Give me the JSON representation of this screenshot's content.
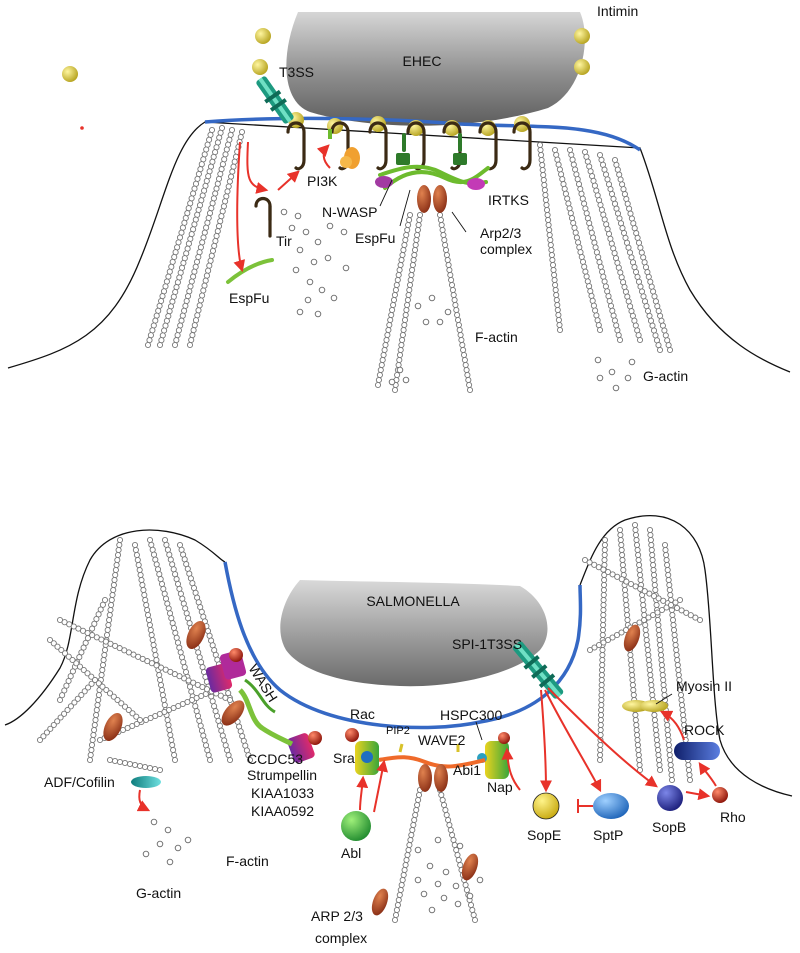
{
  "colors": {
    "membrane": "#3568c4",
    "arrow": "#e8322a",
    "actin": "#8a8a8a",
    "arp": "#b0482a",
    "intimin": "#c8b82a",
    "tir": "#3b2a14",
    "espfu": "#7cc23a",
    "t3ss": "#27a58b",
    "bacteria_dark": "#9a9a9a"
  },
  "top_panel": {
    "bacterium": "EHEC",
    "labels": {
      "intimin": "Intimin",
      "t3ss": "T3SS",
      "pi3k": "PI3K",
      "n_wasp": "N-WASP",
      "espfu_center": "EspFu",
      "irtks": "IRTKS",
      "arp_line1": "Arp2/3",
      "arp_line2": "complex",
      "tir": "Tir",
      "espfu_left": "EspFu",
      "f_actin": "F-actin",
      "g_actin": "G-actin"
    }
  },
  "bottom_panel": {
    "bacterium": "SALMONELLA",
    "labels": {
      "spi1": "SPI-1T3SS",
      "myosin": "Myosin II",
      "wash": "WASH",
      "rac": "Rac",
      "pip2": "PIP2",
      "hspc300": "HSPC300",
      "wave2": "WAVE2",
      "sra": "Sra",
      "abi1": "Abi1",
      "nap": "Nap",
      "rock": "ROCK",
      "ccdc53": "CCDC53",
      "strumpellin": "Strumpellin",
      "kiaa1033": "KIAA1033",
      "kiaa0592": "KIAA0592",
      "adf_cofilin": "ADF/Cofilin",
      "f_actin": "F-actin",
      "g_actin": "G-actin",
      "abl": "Abl",
      "sope": "SopE",
      "sptp": "SptP",
      "sopb": "SopB",
      "rho": "Rho",
      "arp_line1": "ARP 2/3",
      "arp_line2": "complex"
    }
  }
}
